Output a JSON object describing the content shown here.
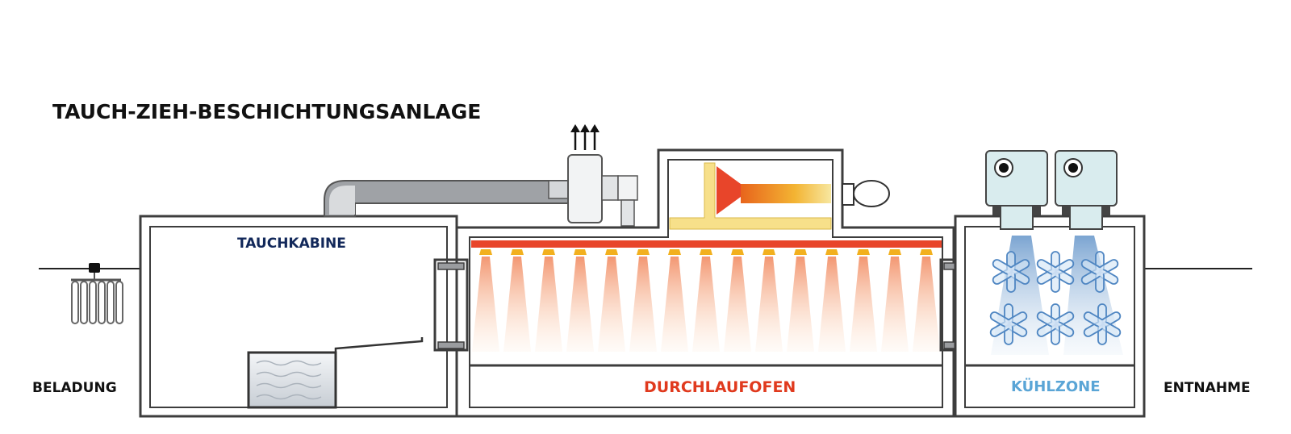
{
  "title": "TAUCH-ZIEH-BESCHICHTUNGSANLAGE",
  "stations": {
    "loading": "BELADUNG",
    "dip_booth": "TAUCHKABINE",
    "oven": "DURCHLAUFOFEN",
    "cooling": "KÜHLZONE",
    "unloading": "ENTNAHME"
  },
  "colors": {
    "dip_booth_label": "#12285a",
    "oven_label": "#e03a1e",
    "cooling_label": "#5aa5d6",
    "wall": "#3d3d3d",
    "heater_bar": "#e8452a",
    "nozzle": "#f2b01e",
    "burner_body": "#f7e08a",
    "cooling_blue": "#4f86c2"
  },
  "icons": [
    "exhaust-arrows-icon",
    "fan-icon",
    "burner-icon",
    "gas-bottle-icon",
    "cooling-unit-icon",
    "snowflake-icon",
    "dip-tank-icon",
    "parts-rack-icon"
  ]
}
